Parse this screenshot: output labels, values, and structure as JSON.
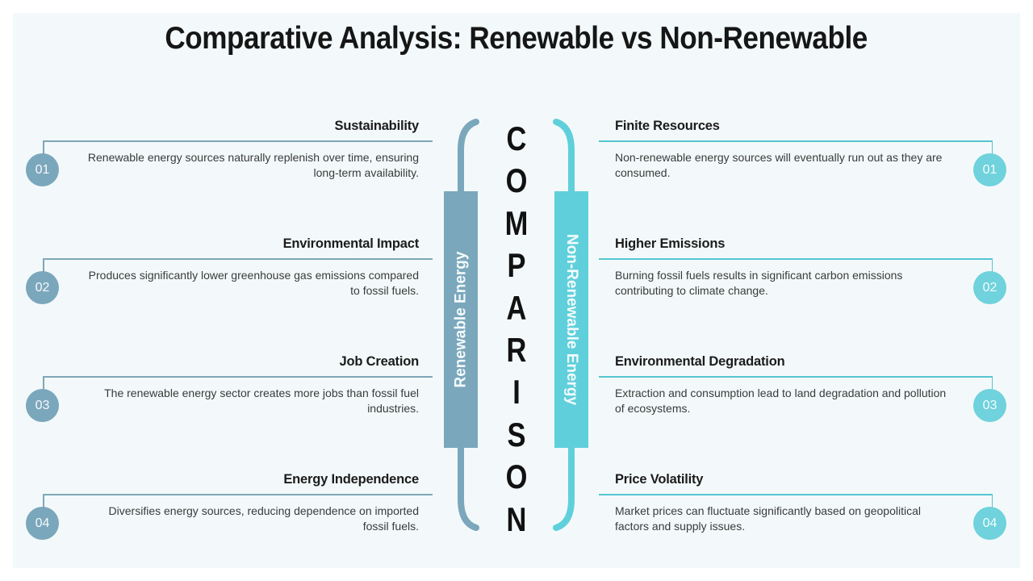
{
  "title": "Comparative Analysis: Renewable vs Non-Renewable",
  "center": {
    "word": "COMPARISON",
    "letters": [
      "C",
      "O",
      "M",
      "P",
      "A",
      "R",
      "I",
      "S",
      "O",
      "N"
    ],
    "left_bar_label": "Renewable Energy",
    "right_bar_label": "Non-Renewable Energy"
  },
  "colors": {
    "renewable_accent": "#7ba7bc",
    "non_renewable_accent": "#5fd0db",
    "panel_background": "#f3f9fa",
    "text_dark": "#1c1c1c"
  },
  "left": {
    "rows": [
      {
        "number": "01",
        "title": "Sustainability",
        "description": "Renewable energy sources naturally replenish over time, ensuring\nlong-term availability."
      },
      {
        "number": "02",
        "title": "Environmental Impact",
        "description": "Produces significantly lower greenhouse gas emissions compared\nto fossil fuels."
      },
      {
        "number": "03",
        "title": "Job Creation",
        "description": "The renewable energy sector creates more jobs than fossil fuel\nindustries."
      },
      {
        "number": "04",
        "title": "Energy Independence",
        "description": "Diversifies energy sources, reducing dependence on imported\nfossil fuels."
      }
    ]
  },
  "right": {
    "rows": [
      {
        "number": "01",
        "title": "Finite Resources",
        "description": "Non-renewable energy sources will eventually run out as they are\nconsumed."
      },
      {
        "number": "02",
        "title": "Higher Emissions",
        "description": "Burning fossil fuels results in significant carbon emissions\ncontributing to climate change."
      },
      {
        "number": "03",
        "title": "Environmental Degradation",
        "description": "Extraction and consumption lead to land degradation and pollution\nof ecosystems."
      },
      {
        "number": "04",
        "title": "Price Volatility",
        "description": "Market prices can fluctuate significantly based on geopolitical\nfactors and supply issues."
      }
    ]
  }
}
